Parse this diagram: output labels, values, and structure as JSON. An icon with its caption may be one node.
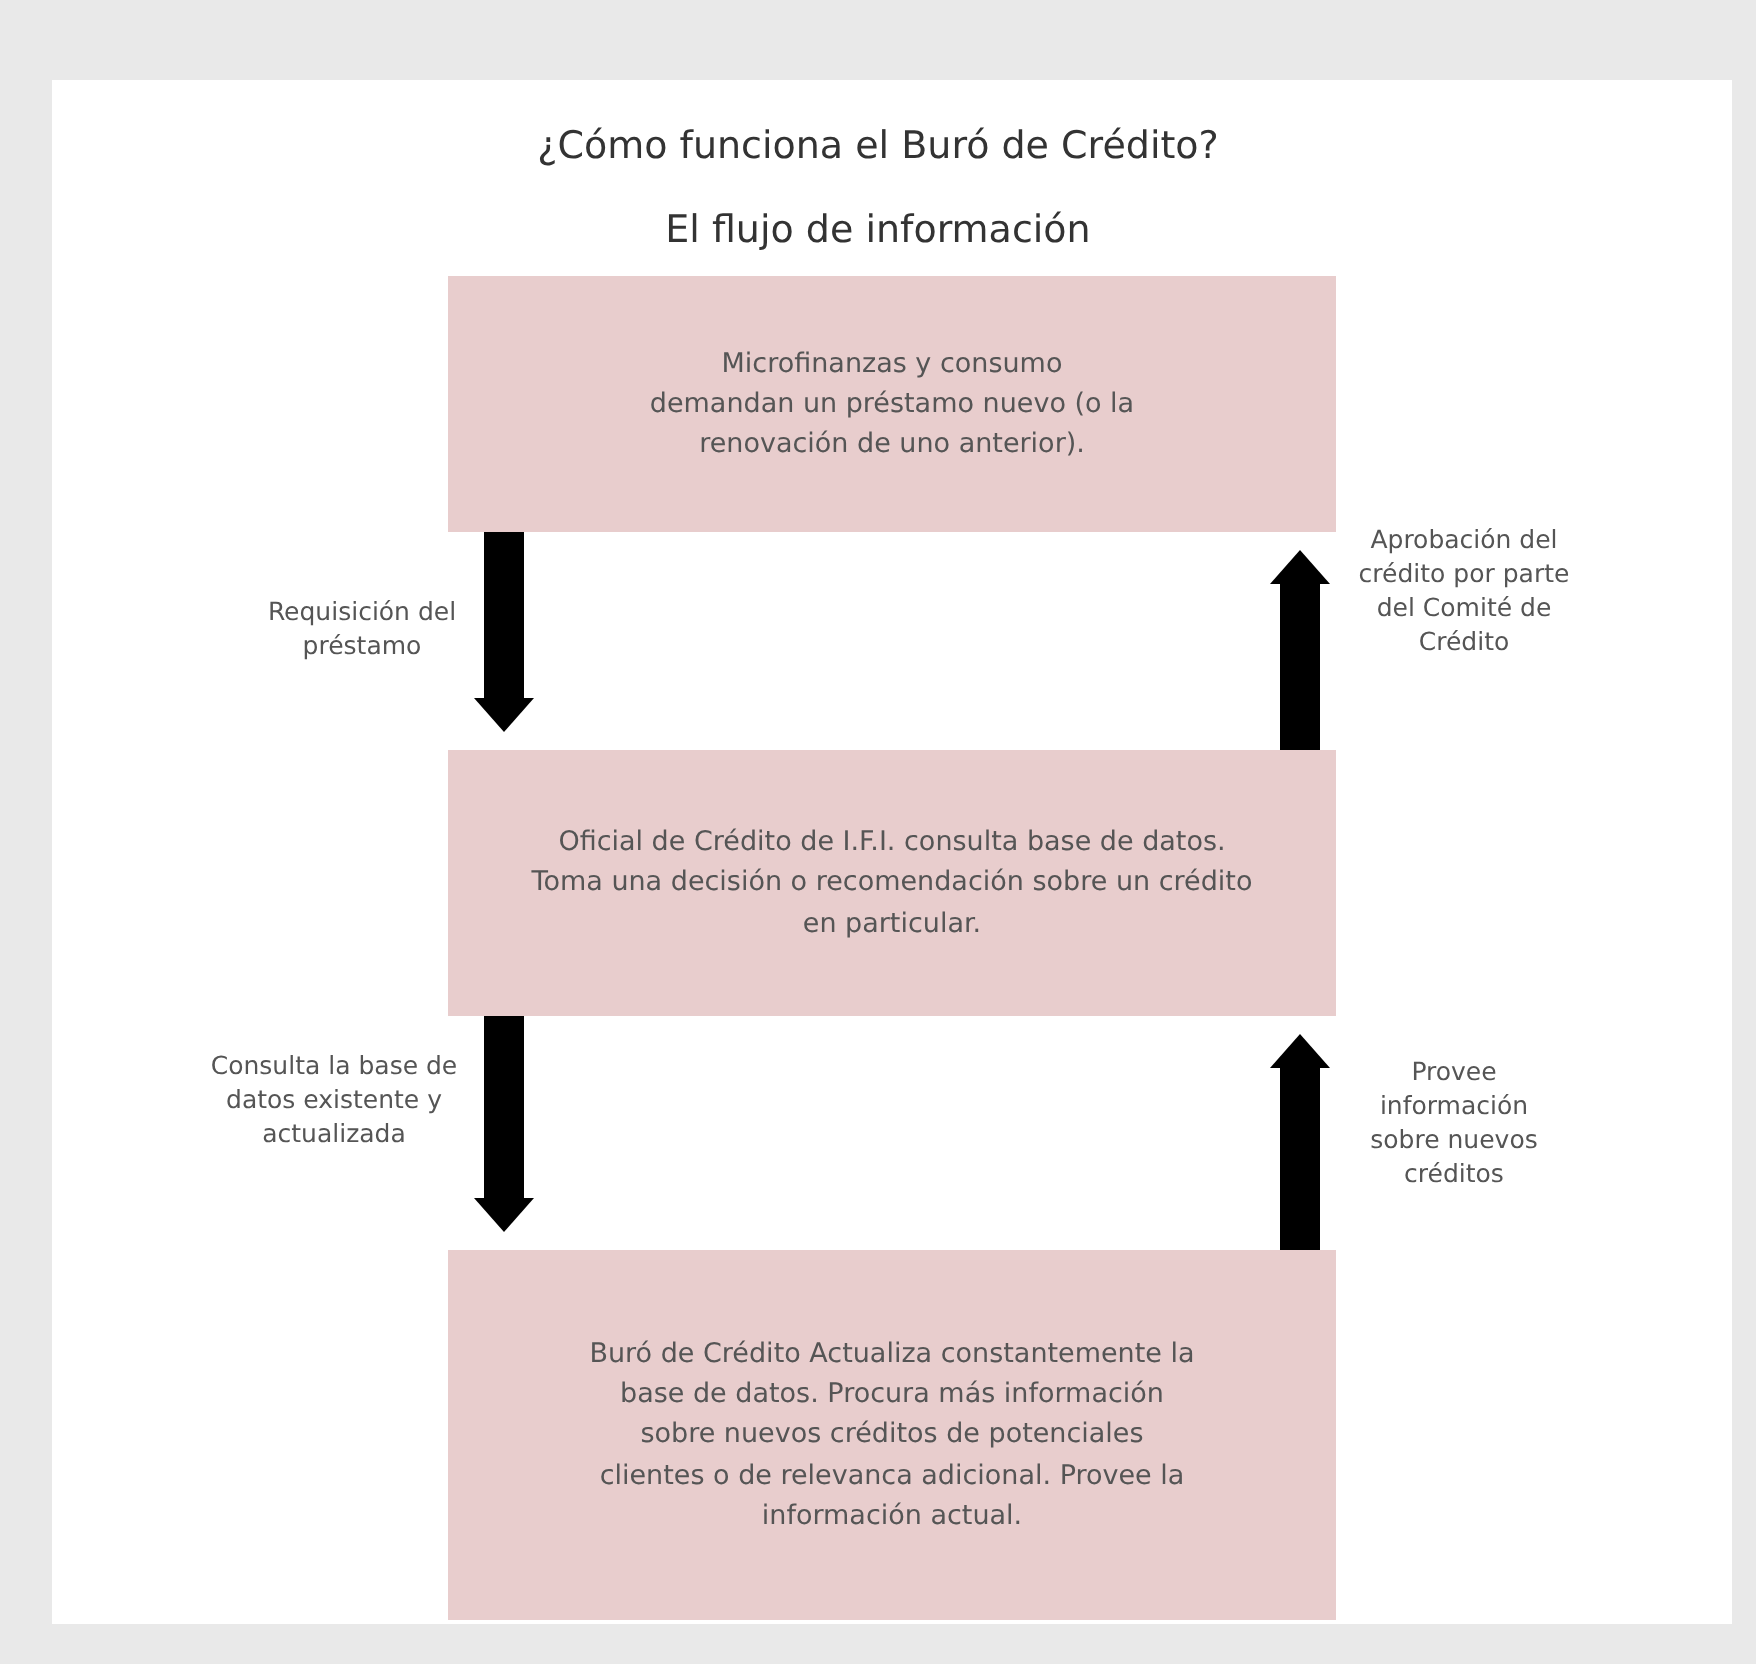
{
  "diagram": {
    "title": "¿Cómo funciona el Buró de Crédito?",
    "nodes": [
      {
        "text": [
          "Microfinanzas y consumo demandan un préstamo nuevo (o la renovación de uno anterior)."
        ]
      },
      {
        "text": [
          "Oficial de Crédito de I.F.I. consulta base de datos. Toma una decisión o recomendación sobre un crédito en particular."
        ]
      },
      {
        "text": [
          "Buró de Crédito Actualiza constantemente la base de datos. Procura más información sobre nuevos créditos de potenciales clientes o de relevanca adicional. Provee la información actual."
        ]
      }
    ],
    "edges": [
      {
        "from": 0,
        "to": 1,
        "arrow": "to",
        "label": "Requisición del préstamo"
      },
      {
        "from": 1,
        "to": 0,
        "arrow": "to",
        "label": "Aprobación del crédito por parte del Comité de Crédito"
      },
      {
        "from": 1,
        "to": 2,
        "arrow": "to",
        "label": "Consulta la base de datos existente y actualizada"
      },
      {
        "from": 2,
        "to": 1,
        "arrow": "to",
        "label": "Provee información sobre nuevos créditos"
      }
    ],
    "labels": [
      "El flujo de información"
    ]
  }
}
